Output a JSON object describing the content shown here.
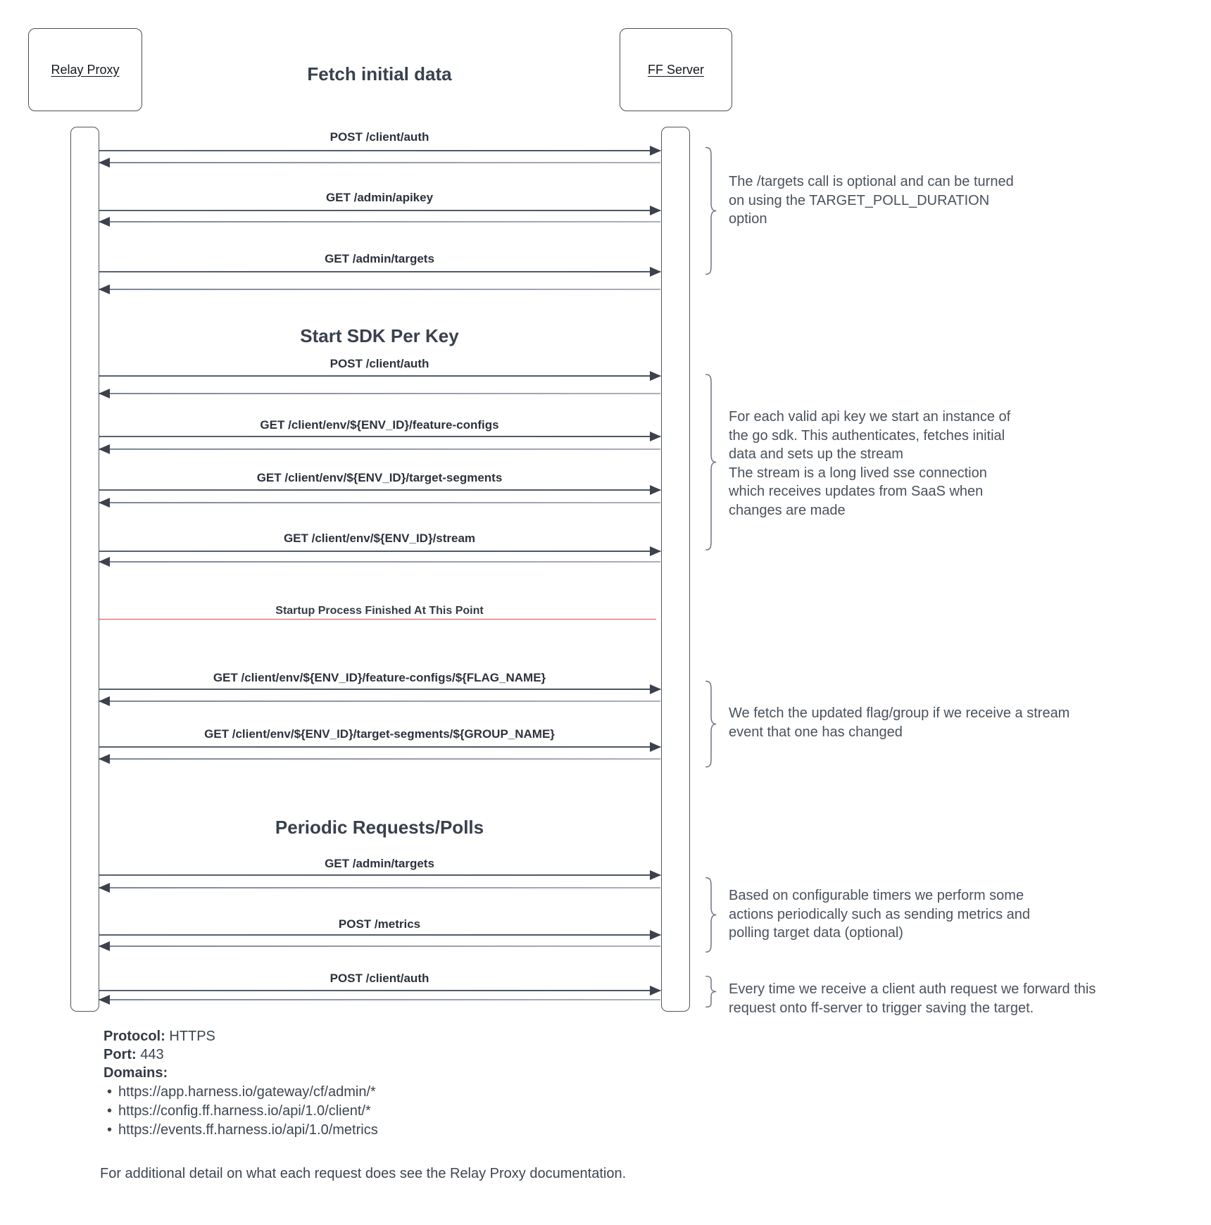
{
  "title": "Fetch initial data",
  "actors": {
    "left": "Relay Proxy",
    "right": "FF Server"
  },
  "sections": {
    "sdk": "Start SDK Per Key",
    "periodic": "Periodic Requests/Polls"
  },
  "milestone": {
    "label": "Startup Process Finished At This Point"
  },
  "messages": [
    {
      "label": "POST /client/auth"
    },
    {
      "label": "GET /admin/apikey"
    },
    {
      "label": "GET /admin/targets"
    },
    {
      "label": "POST /client/auth"
    },
    {
      "label": "GET /client/env/${ENV_ID}/feature-configs"
    },
    {
      "label": "GET /client/env/${ENV_ID}/target-segments"
    },
    {
      "label": "GET /client/env/${ENV_ID}/stream"
    },
    {
      "label": "GET /client/env/${ENV_ID}/feature-configs/${FLAG_NAME}"
    },
    {
      "label": "GET /client/env/${ENV_ID}/target-segments/${GROUP_NAME}"
    },
    {
      "label": "GET /admin/targets"
    },
    {
      "label": "POST /metrics"
    },
    {
      "label": "POST /client/auth"
    }
  ],
  "annotations": [
    {
      "text": "The /targets call is optional and can be turned\non using the TARGET_POLL_DURATION\noption"
    },
    {
      "text": "For each valid api key we start an instance of\nthe go sdk. This authenticates, fetches initial\ndata and sets up the stream\nThe stream is a long lived sse connection\nwhich receives updates from SaaS when\nchanges are made"
    },
    {
      "text": "We fetch the updated flag/group if we receive a stream\nevent that one has changed"
    },
    {
      "text": "Based on configurable timers we perform some\nactions periodically such as sending metrics and\npolling target data (optional)"
    },
    {
      "text": "Every time we receive a client auth request we forward this\nrequest onto ff-server to trigger saving the target."
    }
  ],
  "footer": {
    "protocol_label": "Protocol:",
    "protocol_value": "HTTPS",
    "port_label": "Port:",
    "port_value": "443",
    "domains_label": "Domains:",
    "bullet": "•",
    "domains": [
      "https://app.harness.io/gateway/cf/admin/*",
      "https://config.ff.harness.io/api/1.0/client/*",
      "https://events.ff.harness.io/api/1.0/metrics"
    ],
    "note": "For additional detail on what each request does see the Relay Proxy documentation."
  },
  "colors": {
    "milestone_line": "#dd4b50",
    "request_line": "#4c5562",
    "response_line": "#9aa1ab",
    "ink": "#2e353f",
    "annotation_text": "#49525b"
  }
}
